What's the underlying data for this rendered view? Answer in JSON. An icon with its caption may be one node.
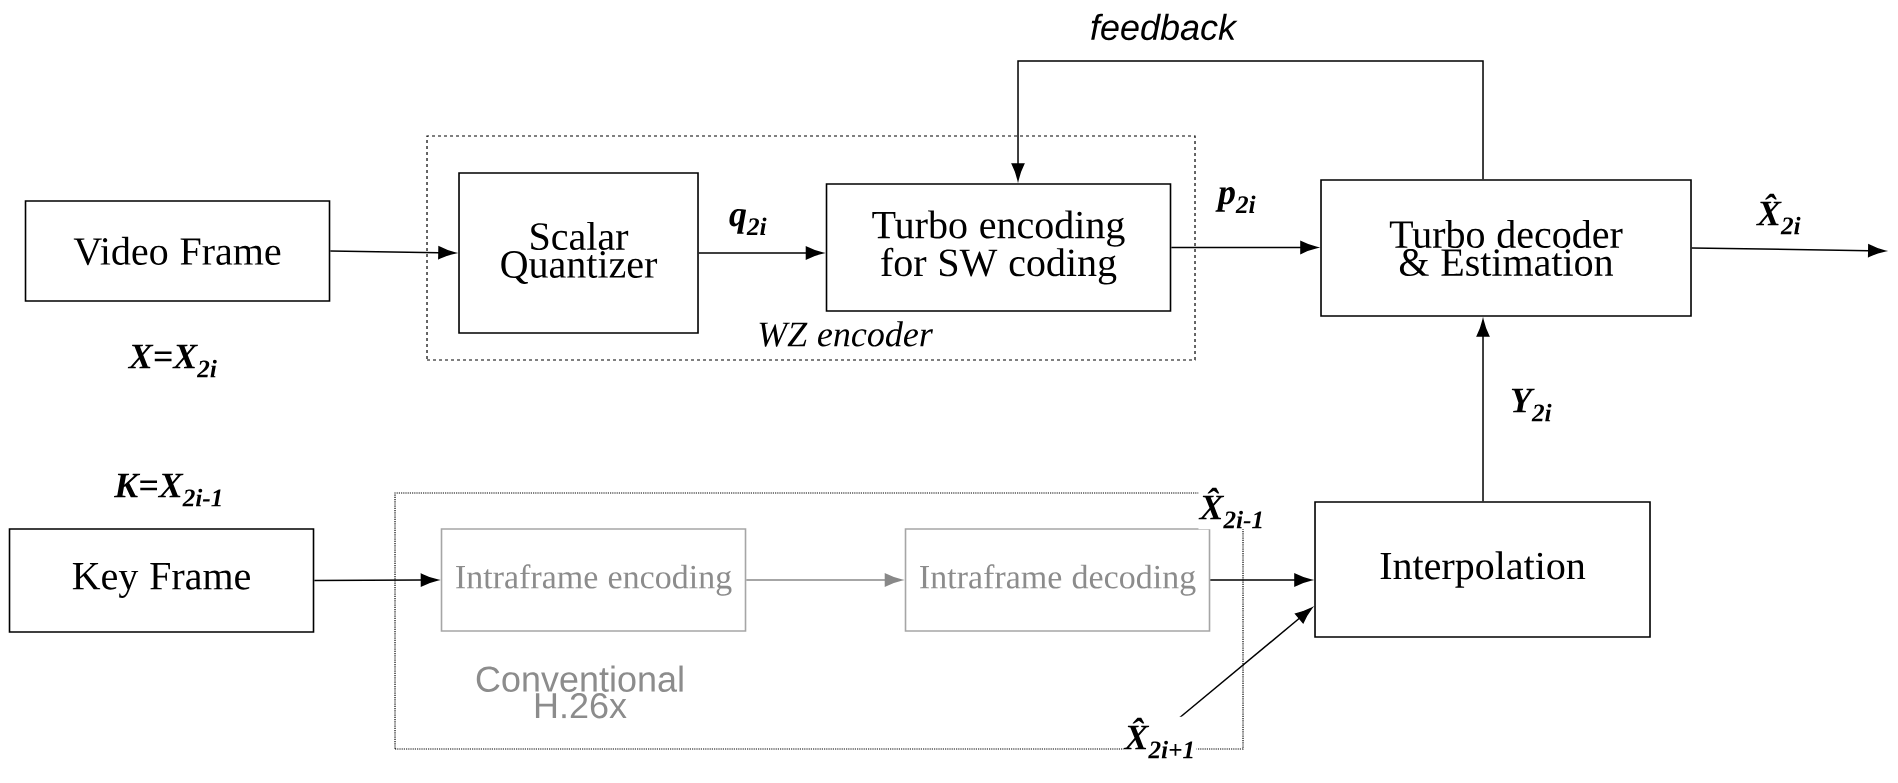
{
  "diagram": {
    "nodes": [
      {
        "text": [
          "WZ encoder"
        ]
      },
      {
        "text": [
          "Video Frame"
        ],
        "beside": [
          "X=X$_{2i}$"
        ]
      },
      {
        "text": [
          "Scalar Quantizer"
        ],
        "in": 0
      },
      {
        "text": [
          "Turbo encoding for SW coding"
        ],
        "in": 0
      },
      {
        "text": [
          "Turbo decoder & Estimation"
        ]
      },
      {
        "text": [
          "Key Frame"
        ],
        "beside": [
          "K=X$_{2i-1}$"
        ]
      },
      {
        "text": [
          "Conventional H.26x"
        ]
      },
      {
        "text": [
          "Intraframe encoding"
        ],
        "in": 6
      },
      {
        "text": [
          "Intraframe decoding"
        ],
        "in": 6
      },
      {
        "text": [
          "Interpolation"
        ]
      }
    ],
    "edges": [
      {
        "from": 1,
        "to": 2,
        "arrow": "to"
      },
      {
        "from": 2,
        "to": 3,
        "arrow": "to",
        "label": "q$_{2i}$"
      },
      {
        "from": 3,
        "to": 4,
        "arrow": "to",
        "label": "p$_{2i}$"
      },
      {
        "from": 4,
        "to": 3,
        "arrow": "to",
        "label": "feedback"
      },
      {
        "from": 4,
        "to": null,
        "arrow": "to",
        "label": "X̂$_{2i}$"
      },
      {
        "from": 9,
        "to": 4,
        "arrow": "to",
        "label": "Y$_{2i}$"
      },
      {
        "from": 5,
        "to": 7,
        "arrow": "to"
      },
      {
        "from": 7,
        "to": 8,
        "arrow": "to",
        "color": "#888888"
      },
      {
        "from": 8,
        "to": 9,
        "arrow": "to",
        "label": "X̂$_{2i-1}$"
      },
      {
        "from": null,
        "to": 9,
        "arrow": "to",
        "label": "X̂$_{2i+1}$"
      }
    ]
  }
}
